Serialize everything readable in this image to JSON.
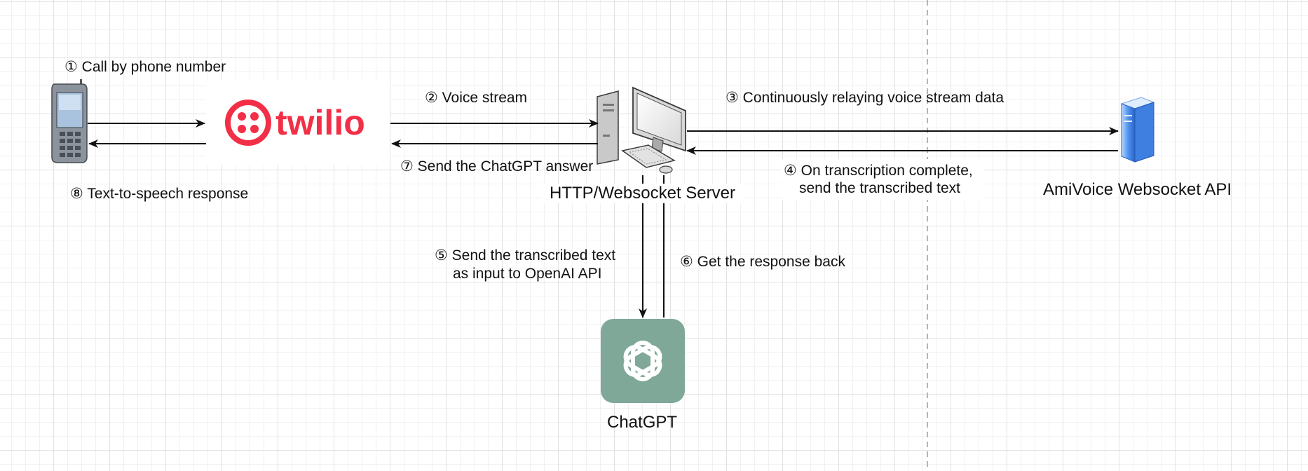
{
  "labels": {
    "step1": "① Call by phone number",
    "step2": "② Voice stream",
    "step3": "③ Continuously relaying voice stream data",
    "step4_line1": "④ On transcription complete,",
    "step4_line2": "send the transcribed text",
    "step5_line1": "⑤ Send the transcribed text",
    "step5_line2": "as input to OpenAI API",
    "step6": "⑥ Get the response back",
    "step7": "⑦ Send the ChatGPT answer",
    "step8": "⑧ Text-to-speech response"
  },
  "nodes": {
    "phone": {
      "icon": "mobile-phone-icon"
    },
    "twilio": {
      "icon": "twilio-logo-icon",
      "logo_text": "twilio",
      "brand_color": "#F22F46"
    },
    "server": {
      "icon": "desktop-computer-icon",
      "label": "HTTP/Websocket Server"
    },
    "amivoice": {
      "icon": "server-tower-icon",
      "label": "AmiVoice Websocket API"
    },
    "chatgpt": {
      "icon": "openai-logo-icon",
      "label": "ChatGPT",
      "brand_color": "#7FA898"
    }
  }
}
